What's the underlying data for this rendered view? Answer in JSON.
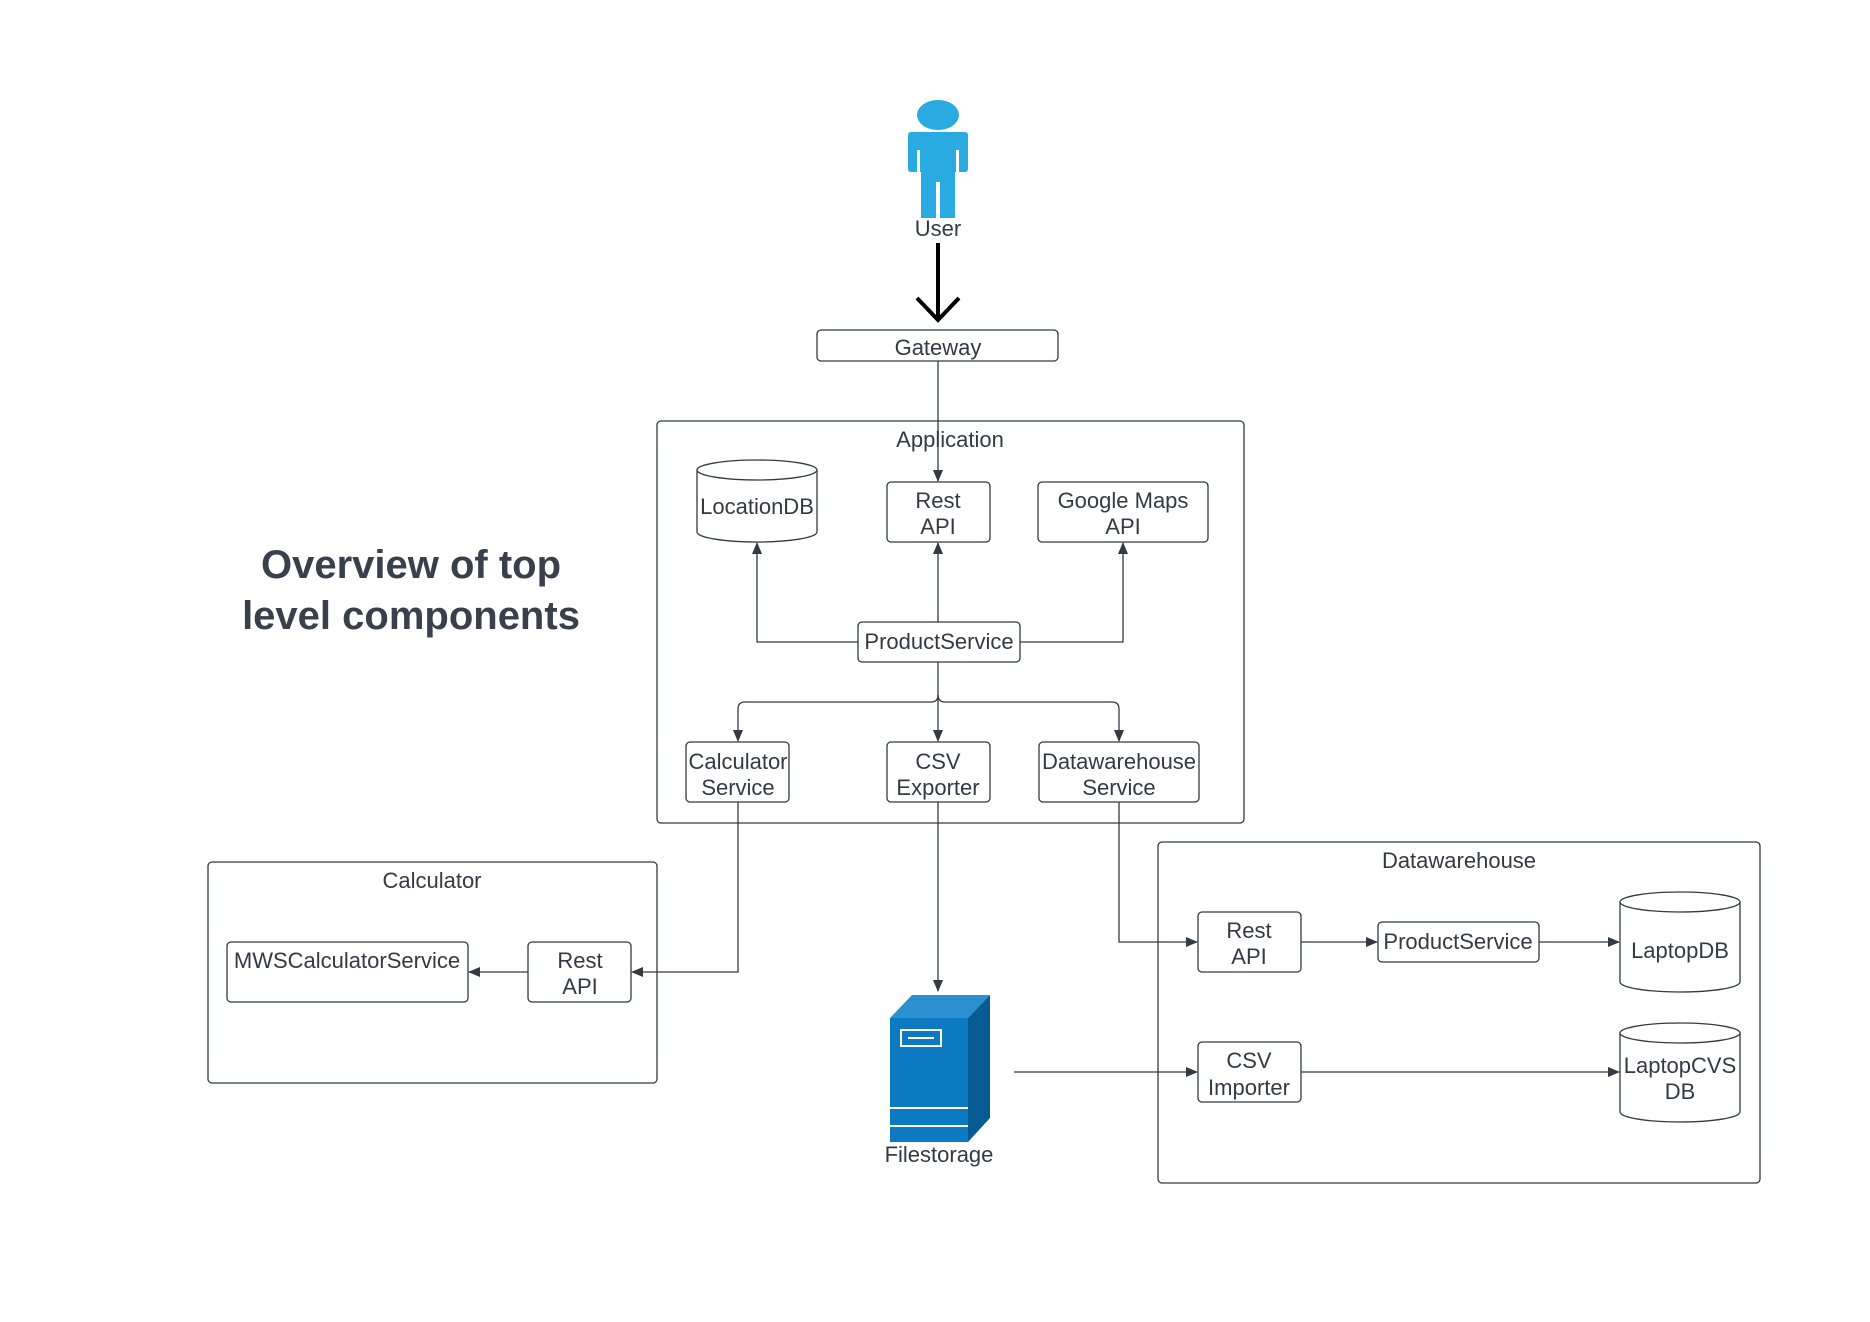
{
  "title": {
    "line1": "Overview of top",
    "line2": "level components"
  },
  "colors": {
    "user": "#29abe2",
    "server_front": "#0b7ac2",
    "server_side": "#075a92",
    "server_top": "#2a90d0",
    "stroke": "#333a44"
  },
  "actors": {
    "user": {
      "label": "User",
      "icon": "person-icon"
    }
  },
  "nodes": {
    "gateway": "Gateway",
    "filestorage": "Filestorage"
  },
  "containers": {
    "application": {
      "label": "Application",
      "location_db": "LocationDB",
      "rest_api": [
        "Rest",
        "API"
      ],
      "google_maps_api": [
        "Google Maps",
        "API"
      ],
      "product_service": "ProductService",
      "calculator_service": [
        "Calculator",
        "Service"
      ],
      "csv_exporter": [
        "CSV",
        "Exporter"
      ],
      "datawarehouse_service": [
        "Datawarehouse",
        "Service"
      ]
    },
    "calculator": {
      "label": "Calculator",
      "mws_calculator_service": "MWSCalculatorService",
      "rest_api": [
        "Rest",
        "API"
      ]
    },
    "datawarehouse": {
      "label": "Datawarehouse",
      "rest_api": [
        "Rest",
        "API"
      ],
      "product_service": "ProductService",
      "laptop_db": "LaptopDB",
      "csv_importer": [
        "CSV",
        "Importer"
      ],
      "laptop_cvs_db": [
        "LaptopCVS",
        "DB"
      ]
    }
  }
}
